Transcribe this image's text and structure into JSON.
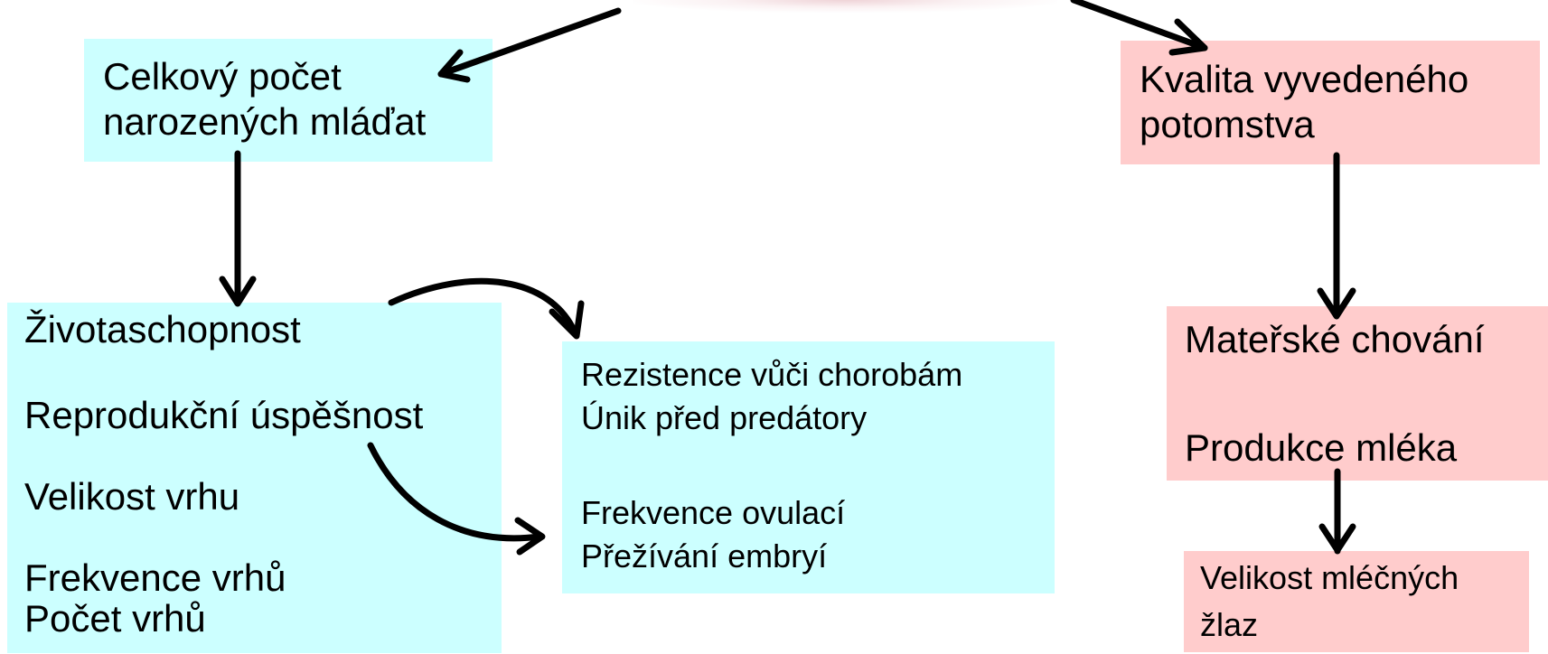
{
  "boxes": {
    "total_born": {
      "lines": [
        "Celkový počet",
        "narozených mláďat"
      ]
    },
    "offspring_quality": {
      "lines": [
        "Kvalita vyvedeného",
        "potomstva"
      ]
    },
    "left_list": {
      "items": [
        "Životaschopnost",
        "Reprodukční úspěšnost",
        "Velikost vrhu",
        "Frekvence vrhů",
        "Počet vrhů"
      ]
    },
    "middle_list": {
      "items": [
        "Rezistence vůči chorobám",
        "Únik před predátory",
        "Frekvence ovulací",
        "Přežívání embryí"
      ]
    },
    "maternal": {
      "items": [
        "Mateřské chování",
        "Produkce mléka"
      ]
    },
    "mammary": {
      "lines": [
        "Velikost mléčných",
        "žlaz"
      ]
    }
  },
  "colors": {
    "left_branch": "#ccffff",
    "right_branch": "#ffcccc",
    "arrow": "#000000"
  }
}
